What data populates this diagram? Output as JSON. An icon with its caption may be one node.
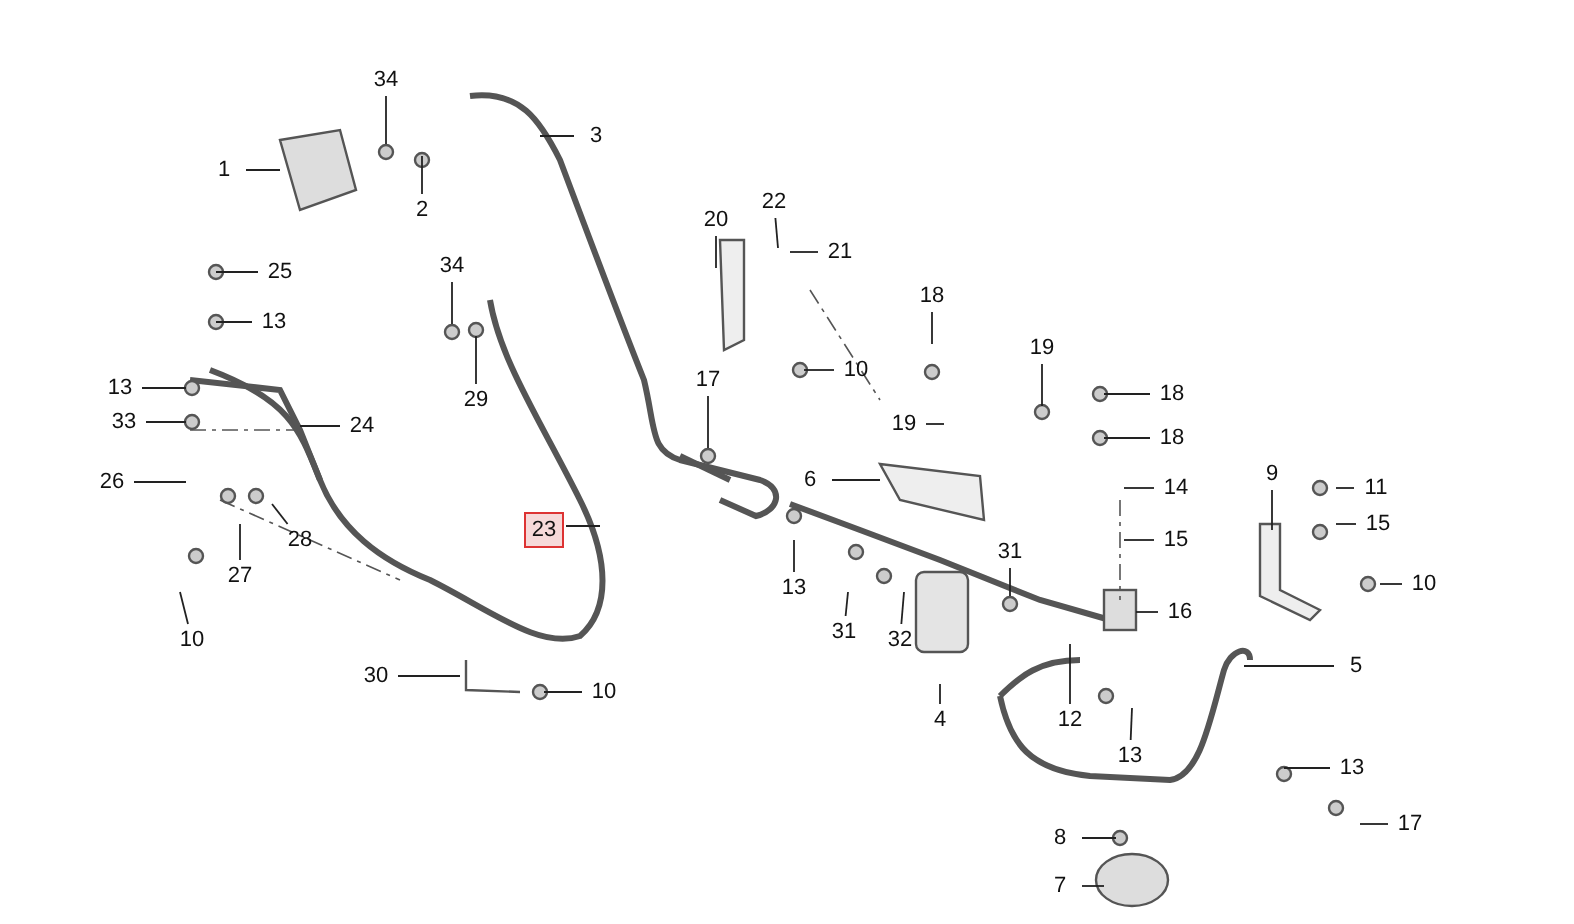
{
  "diagram": {
    "nodes": [
      {
        "text": [
          "34"
        ]
      },
      {
        "text": [
          "1"
        ]
      },
      {
        "text": [
          "3"
        ]
      },
      {
        "text": [
          "2"
        ]
      },
      {
        "text": [
          "20"
        ]
      },
      {
        "text": [
          "22"
        ]
      },
      {
        "text": [
          "21"
        ]
      },
      {
        "text": [
          "25"
        ]
      },
      {
        "text": [
          "34"
        ]
      },
      {
        "text": [
          "13"
        ]
      },
      {
        "text": [
          "18"
        ]
      },
      {
        "text": [
          "10"
        ]
      },
      {
        "text": [
          "19"
        ]
      },
      {
        "text": [
          "17"
        ]
      },
      {
        "text": [
          "13"
        ]
      },
      {
        "text": [
          "29"
        ]
      },
      {
        "text": [
          "18"
        ]
      },
      {
        "text": [
          "33"
        ]
      },
      {
        "text": [
          "24"
        ]
      },
      {
        "text": [
          "19"
        ]
      },
      {
        "text": [
          "18"
        ]
      },
      {
        "text": [
          "6"
        ]
      },
      {
        "text": [
          "26"
        ]
      },
      {
        "text": [
          "9"
        ]
      },
      {
        "text": [
          "14"
        ]
      },
      {
        "text": [
          "11"
        ]
      },
      {
        "text": [
          "23"
        ]
      },
      {
        "text": [
          "15"
        ]
      },
      {
        "text": [
          "15"
        ]
      },
      {
        "text": [
          "31"
        ]
      },
      {
        "text": [
          "28"
        ]
      },
      {
        "text": [
          "27"
        ]
      },
      {
        "text": [
          "13"
        ]
      },
      {
        "text": [
          "10"
        ]
      },
      {
        "text": [
          "16"
        ]
      },
      {
        "text": [
          "10"
        ]
      },
      {
        "text": [
          "31"
        ]
      },
      {
        "text": [
          "32"
        ]
      },
      {
        "text": [
          "5"
        ]
      },
      {
        "text": [
          "30"
        ]
      },
      {
        "text": [
          "10"
        ]
      },
      {
        "text": [
          "4"
        ]
      },
      {
        "text": [
          "12"
        ]
      },
      {
        "text": [
          "13"
        ]
      },
      {
        "text": [
          "13"
        ]
      },
      {
        "text": [
          "17"
        ]
      },
      {
        "text": [
          "8"
        ]
      },
      {
        "text": [
          "7"
        ]
      }
    ],
    "edges": [
      {
        "from": 0,
        "to": null,
        "arrow": "none"
      },
      {
        "from": 1,
        "to": null,
        "arrow": "none"
      },
      {
        "from": 2,
        "to": null,
        "arrow": "none"
      },
      {
        "from": 3,
        "to": null,
        "arrow": "none"
      },
      {
        "from": 4,
        "to": null,
        "arrow": "none"
      },
      {
        "from": 5,
        "to": null,
        "arrow": "none"
      },
      {
        "from": 6,
        "to": null,
        "arrow": "none"
      },
      {
        "from": 7,
        "to": null,
        "arrow": "none"
      },
      {
        "from": 8,
        "to": null,
        "arrow": "none"
      },
      {
        "from": 9,
        "to": null,
        "arrow": "none"
      },
      {
        "from": 10,
        "to": null,
        "arrow": "none"
      },
      {
        "from": 11,
        "to": null,
        "arrow": "none"
      },
      {
        "from": 12,
        "to": null,
        "arrow": "none"
      },
      {
        "from": 13,
        "to": null,
        "arrow": "none"
      },
      {
        "from": 14,
        "to": null,
        "arrow": "none"
      },
      {
        "from": 15,
        "to": null,
        "arrow": "none"
      },
      {
        "from": 16,
        "to": null,
        "arrow": "none"
      },
      {
        "from": 17,
        "to": null,
        "arrow": "none"
      },
      {
        "from": 18,
        "to": null,
        "arrow": "none"
      },
      {
        "from": 19,
        "to": null,
        "arrow": "none"
      },
      {
        "from": 20,
        "to": null,
        "arrow": "none"
      },
      {
        "from": 21,
        "to": null,
        "arrow": "none"
      },
      {
        "from": 22,
        "to": null,
        "arrow": "none"
      },
      {
        "from": 23,
        "to": null,
        "arrow": "none"
      },
      {
        "from": 24,
        "to": null,
        "arrow": "none"
      },
      {
        "from": 25,
        "to": null,
        "arrow": "none"
      },
      {
        "from": 26,
        "to": null,
        "arrow": "none"
      },
      {
        "from": 27,
        "to": null,
        "arrow": "none"
      },
      {
        "from": 28,
        "to": null,
        "arrow": "none"
      },
      {
        "from": 29,
        "to": null,
        "arrow": "none"
      },
      {
        "from": 30,
        "to": null,
        "arrow": "none"
      },
      {
        "from": 31,
        "to": null,
        "arrow": "none"
      },
      {
        "from": 32,
        "to": null,
        "arrow": "none"
      },
      {
        "from": 33,
        "to": null,
        "arrow": "none"
      },
      {
        "from": 34,
        "to": null,
        "arrow": "none"
      },
      {
        "from": 35,
        "to": null,
        "arrow": "none"
      },
      {
        "from": 36,
        "to": null,
        "arrow": "none"
      },
      {
        "from": 37,
        "to": null,
        "arrow": "none"
      },
      {
        "from": 38,
        "to": null,
        "arrow": "none"
      },
      {
        "from": 39,
        "to": null,
        "arrow": "none"
      },
      {
        "from": 40,
        "to": null,
        "arrow": "none"
      },
      {
        "from": 41,
        "to": null,
        "arrow": "none"
      },
      {
        "from": 42,
        "to": null,
        "arrow": "none"
      },
      {
        "from": 43,
        "to": null,
        "arrow": "none"
      },
      {
        "from": 44,
        "to": null,
        "arrow": "none"
      },
      {
        "from": 45,
        "to": null,
        "arrow": "none"
      },
      {
        "from": 46,
        "to": null,
        "arrow": "none"
      },
      {
        "from": 47,
        "to": null,
        "arrow": "none"
      }
    ]
  }
}
